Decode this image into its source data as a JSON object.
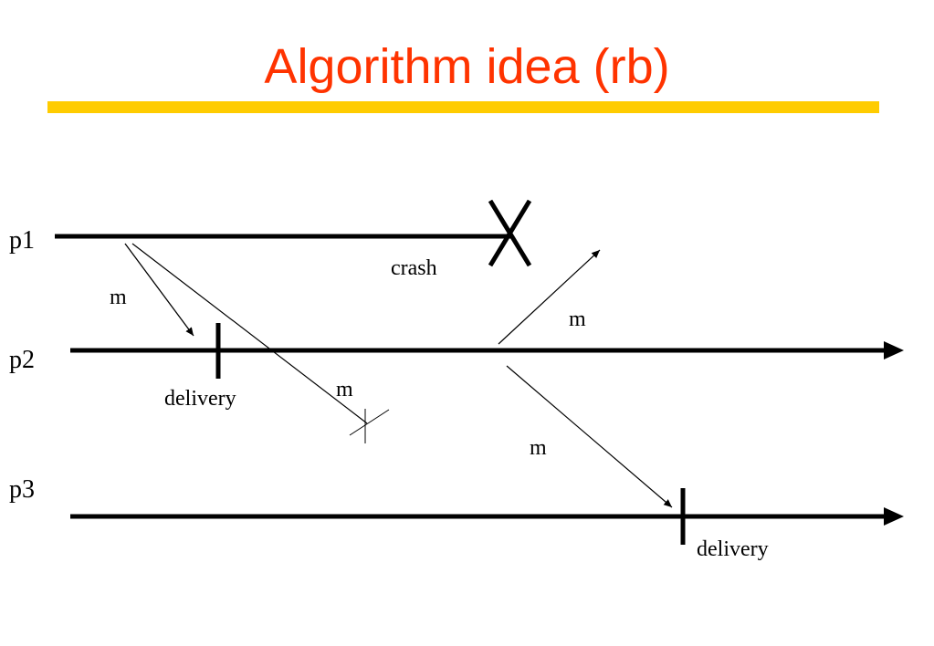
{
  "title": "Algorithm idea (rb)",
  "colors": {
    "title": "#ff3300",
    "rule": "#ffcc00",
    "ink": "#000000",
    "background": "#ffffff"
  },
  "processes": [
    "p1",
    "p2",
    "p3"
  ],
  "labels": {
    "crash": "crash",
    "m1": "m",
    "m2": "m",
    "m3": "m",
    "m4": "m",
    "delivery_p2": "delivery",
    "delivery_p3": "delivery"
  }
}
